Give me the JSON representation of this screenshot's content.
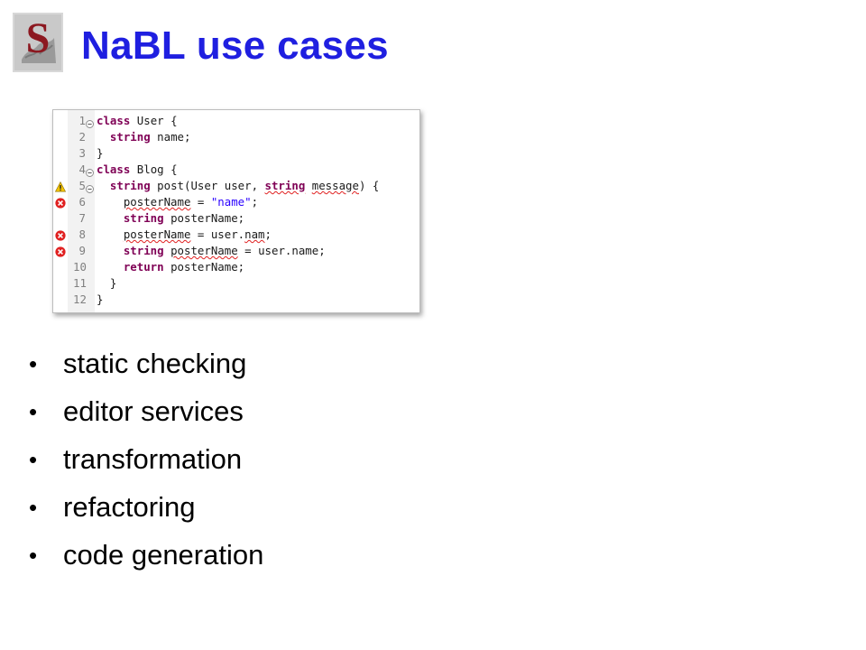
{
  "slide": {
    "title": "NaBL use cases",
    "logo": {
      "letter": "S",
      "icon": "university-crest-icon"
    }
  },
  "code": {
    "lines": [
      {
        "num": "1",
        "marker": "",
        "fold": true,
        "text": "class User {"
      },
      {
        "num": "2",
        "marker": "",
        "fold": false,
        "text": "  string name;"
      },
      {
        "num": "3",
        "marker": "",
        "fold": false,
        "text": "}"
      },
      {
        "num": "4",
        "marker": "",
        "fold": true,
        "text": "class Blog {"
      },
      {
        "num": "5",
        "marker": "warning",
        "fold": true,
        "text": "  string post(User user, string message) {"
      },
      {
        "num": "6",
        "marker": "error",
        "fold": false,
        "text": "    posterName = \"name\";"
      },
      {
        "num": "7",
        "marker": "",
        "fold": false,
        "text": "    string posterName;"
      },
      {
        "num": "8",
        "marker": "error",
        "fold": false,
        "text": "    posterName = user.nam;"
      },
      {
        "num": "9",
        "marker": "error",
        "fold": false,
        "text": "    string posterName = user.name;"
      },
      {
        "num": "10",
        "marker": "",
        "fold": false,
        "text": "    return posterName;"
      },
      {
        "num": "11",
        "marker": "",
        "fold": false,
        "text": "  }"
      },
      {
        "num": "12",
        "marker": "",
        "fold": false,
        "text": "}"
      }
    ],
    "colors": {
      "keyword": "#7f0055",
      "string": "#2a00ff",
      "error": "#e02020",
      "warning": "#f2c200"
    }
  },
  "bullets": [
    "static checking",
    "editor services",
    "transformation",
    "refactoring",
    "code generation"
  ],
  "bullet_glyph": "•",
  "colors": {
    "title": "#1f1fe0"
  }
}
